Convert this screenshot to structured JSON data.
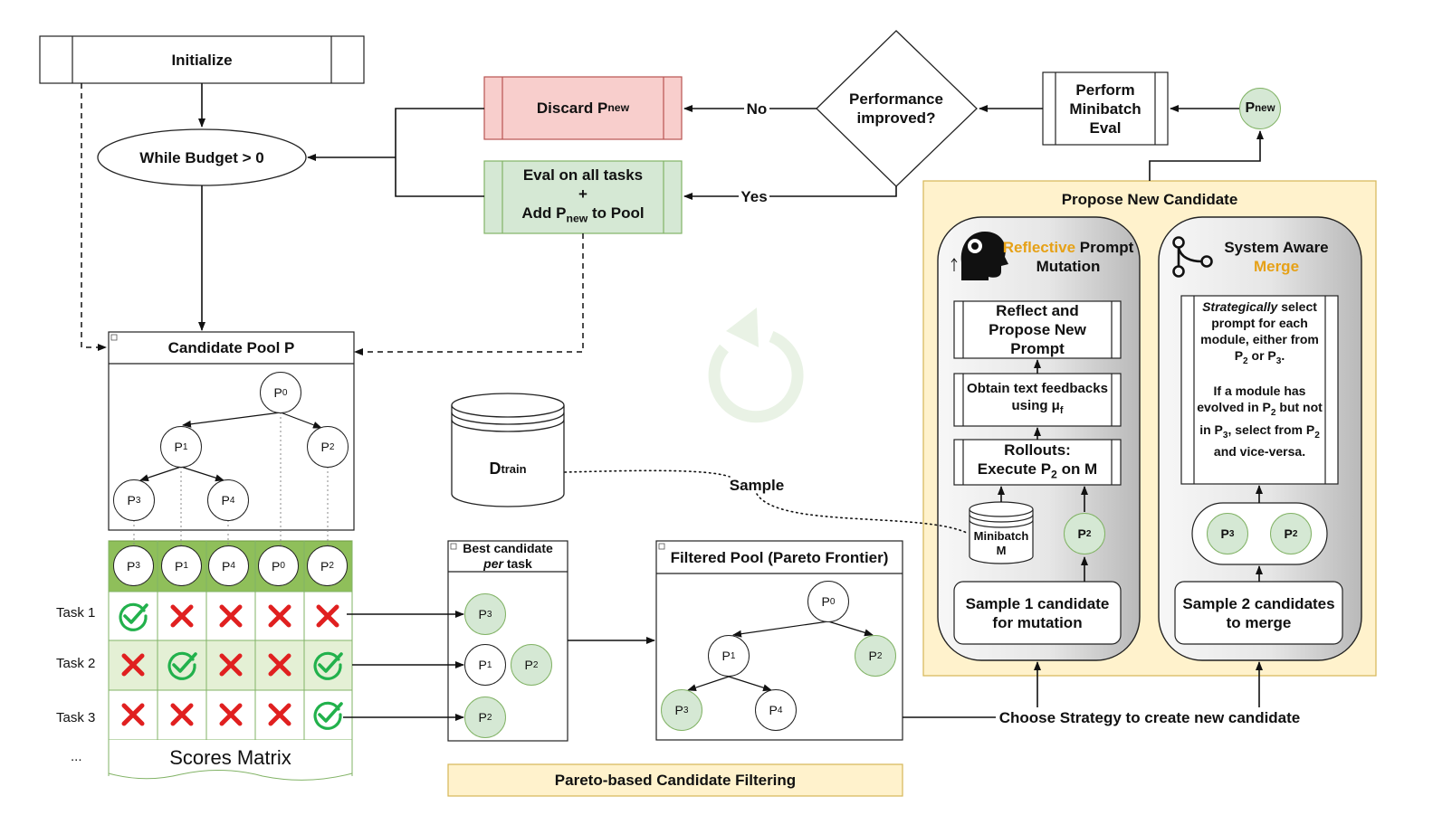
{
  "flow": {
    "initialize": "Initialize",
    "while_budget": "While Budget > 0",
    "discard_text": "Discard P",
    "new_sub": "new",
    "eval_line1": "Eval on all tasks",
    "eval_plus": "+",
    "eval_line3a": "Add P",
    "eval_line3b": "to Pool",
    "performance": "Performance improved?",
    "minibatch_eval": "Perform Minibatch Eval",
    "pnew_base": "P",
    "no_label": "No",
    "yes_label": "Yes",
    "sample_label": "Sample",
    "choose_strategy": "Choose Strategy to create new candidate"
  },
  "pool": {
    "title": "Candidate Pool P",
    "p_base": "P",
    "tree_nodes": [
      "0",
      "1",
      "2",
      "3",
      "4"
    ]
  },
  "scores": {
    "header_nodes": [
      "3",
      "1",
      "4",
      "0",
      "2"
    ],
    "tasks": [
      "Task 1",
      "Task 2",
      "Task 3",
      "..."
    ],
    "matrix": [
      [
        "check",
        "cross",
        "cross",
        "cross",
        "cross"
      ],
      [
        "cross",
        "check",
        "cross",
        "cross",
        "check"
      ],
      [
        "cross",
        "cross",
        "cross",
        "cross",
        "check"
      ]
    ],
    "title": "Scores Matrix"
  },
  "dtrain": {
    "base": "D",
    "sub": "train"
  },
  "best": {
    "title_line1": "Best candidate",
    "title_line2_italic": "per",
    "title_line2_rest": " task",
    "rows": [
      [
        "3"
      ],
      [
        "1",
        "2"
      ],
      [
        "2"
      ]
    ]
  },
  "filtered": {
    "title": "Filtered Pool (Pareto Frontier)",
    "nodes": [
      "0",
      "1",
      "2",
      "3",
      "4"
    ]
  },
  "pareto_label": "Pareto-based Candidate Filtering",
  "propose": {
    "title": "Propose New Candidate",
    "reflective": {
      "title_highlight": "Reflective",
      "title_rest": " Prompt",
      "title_line2": "Mutation",
      "reflect_box": "Reflect and Propose New Prompt",
      "obtain_box_a": "Obtain text feedbacks using μ",
      "obtain_sub": "f",
      "rollouts_a": "Rollouts:",
      "rollouts_b1": "Execute P",
      "rollouts_b_sub": "2",
      "rollouts_b2": " on M",
      "minibatch_line1": "Minibatch",
      "minibatch_line2": "M",
      "p2_sub": "2",
      "sample1": "Sample 1 candidate for mutation"
    },
    "merge": {
      "title_line1": "System Aware",
      "title_line2": "Merge",
      "strat_italic": "Strategically",
      "strat_rest": " select prompt for each module, either from P",
      "strat_sub1": "2",
      "strat_or": " or P",
      "strat_sub2": "3",
      "strat_end": ".",
      "if_a": "If a module has evolved in P",
      "if_sub1": "2",
      "if_b": " but not in P",
      "if_sub2": "3",
      "if_c": ", select from P",
      "if_sub3": "2",
      "if_d": " and vice-versa.",
      "p3_sub": "3",
      "p2_sub": "2",
      "sample2": "Sample 2 candidates to merge"
    }
  },
  "colors": {
    "discard_fill": "#f8cecc",
    "discard_stroke": "#b85450",
    "eval_fill": "#d5e8d4",
    "eval_stroke": "#82b366",
    "propose_fill": "#fff2cc",
    "propose_stroke": "#d6b656",
    "highlight_text": "#e6a117",
    "scores_header_fill": "#8fbf5a",
    "check_color": "#22b14c",
    "cross_color": "#e02020"
  },
  "icons": {
    "cycle": "circular-arrow-icon",
    "head": "brain-head-icon",
    "merge": "git-merge-icon",
    "check": "check-icon",
    "cross": "cross-icon"
  }
}
